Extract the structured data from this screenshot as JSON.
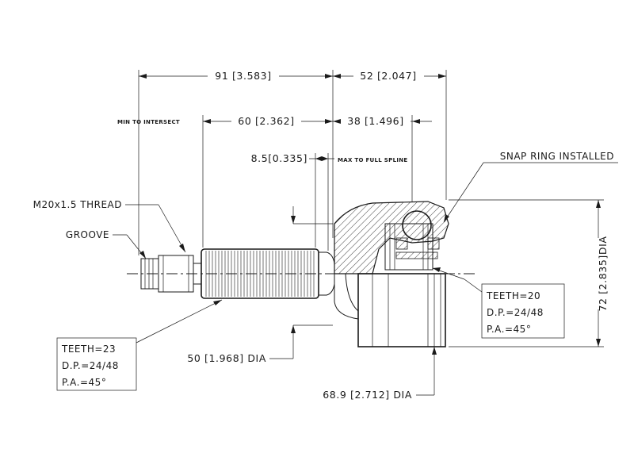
{
  "dimensions": {
    "overall_left": "91 [3.583]",
    "overall_right": "52 [2.047]",
    "min_to_intersect_label": "MIN TO INTERSECT",
    "intersect_dim": "60 [2.362]",
    "right_inner_dim": "38 [1.496]",
    "spline_dim": "8.5[0.335]",
    "max_to_full_spline_label": "MAX TO FULL SPLINE",
    "shaft_dia": "50 [1.968] DIA",
    "housing_dia": "68.9 [2.712] DIA",
    "outer_dia": "72 [2.835]DIA"
  },
  "callouts": {
    "thread": "M20x1.5 THREAD",
    "groove": "GROOVE",
    "snap_ring": "SNAP RING INSTALLED"
  },
  "spec_left": {
    "teeth": "TEETH=23",
    "dp": "D.P.=24/48",
    "pa": "P.A.=45°"
  },
  "spec_right": {
    "teeth": "TEETH=20",
    "dp": "D.P.=24/48",
    "pa": "P.A.=45°"
  }
}
